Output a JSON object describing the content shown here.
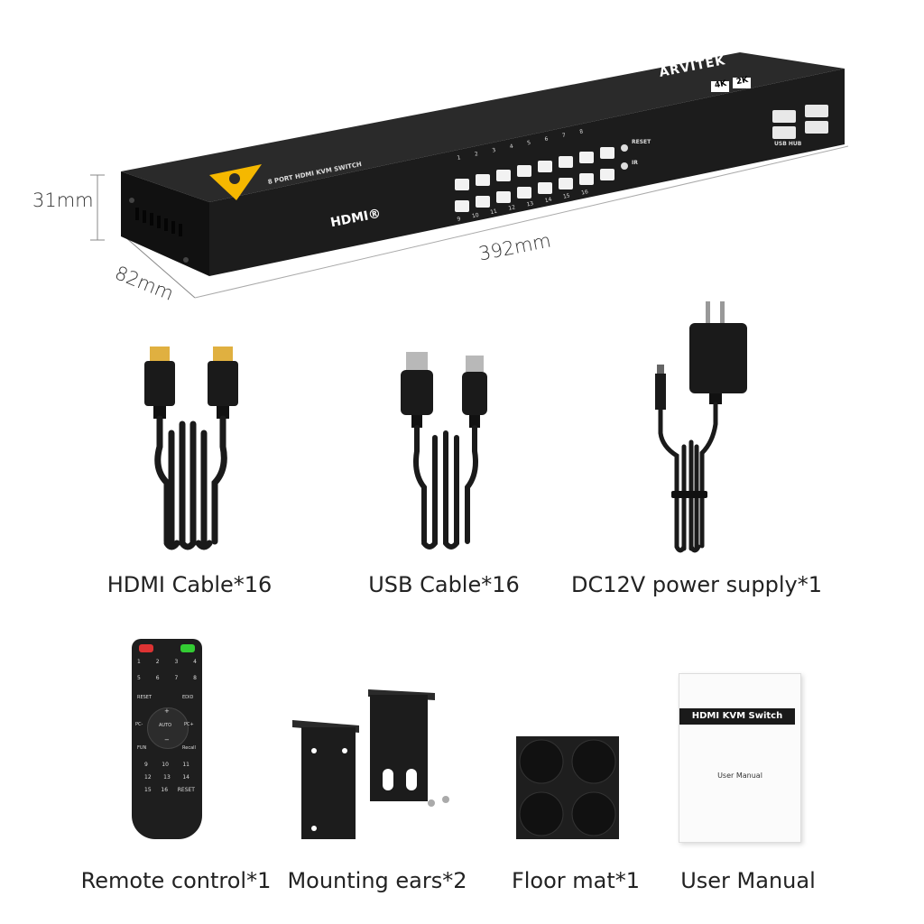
{
  "dimensions": {
    "height": "31mm",
    "length": "392mm",
    "depth": "82mm"
  },
  "device": {
    "brand": "ARVITEK",
    "model_label": "8 PORT HDMI KVM SWITCH",
    "hdmi_logo": "HDMI®",
    "badge_4k": "4K",
    "badge_2k": "2K",
    "reset_label": "RESET",
    "ir_label": "IR",
    "usb_hub_label": "USB HUB",
    "port_numbers_top": [
      "1",
      "2",
      "3",
      "4",
      "5",
      "6",
      "7",
      "8"
    ],
    "port_numbers_bottom": [
      "9",
      "10",
      "11",
      "12",
      "13",
      "14",
      "15",
      "16"
    ]
  },
  "items": {
    "hdmi_cable": "HDMI Cable*16",
    "usb_cable": "USB Cable*16",
    "power_supply": "DC12V power supply*1",
    "remote": "Remote control*1",
    "ears": "Mounting ears*2",
    "floor_mat": "Floor mat*1",
    "manual": "User Manual"
  },
  "remote_keys": {
    "row1": [
      "1",
      "2",
      "3",
      "4"
    ],
    "row2": [
      "5",
      "6",
      "7",
      "8"
    ],
    "reset": "RESET",
    "edid": "EDID",
    "pc_minus": "PC-",
    "auto": "AUTO",
    "pc_plus": "PC+",
    "plus": "+",
    "minus": "−",
    "fun": "FUN",
    "recall": "Recall",
    "row3": [
      "9",
      "10",
      "11"
    ],
    "row4": [
      "12",
      "13",
      "14"
    ],
    "row5": [
      "15",
      "16",
      "RESET"
    ]
  },
  "manual": {
    "cover_title": "HDMI KVM Switch",
    "cover_subtitle": "User Manual"
  }
}
